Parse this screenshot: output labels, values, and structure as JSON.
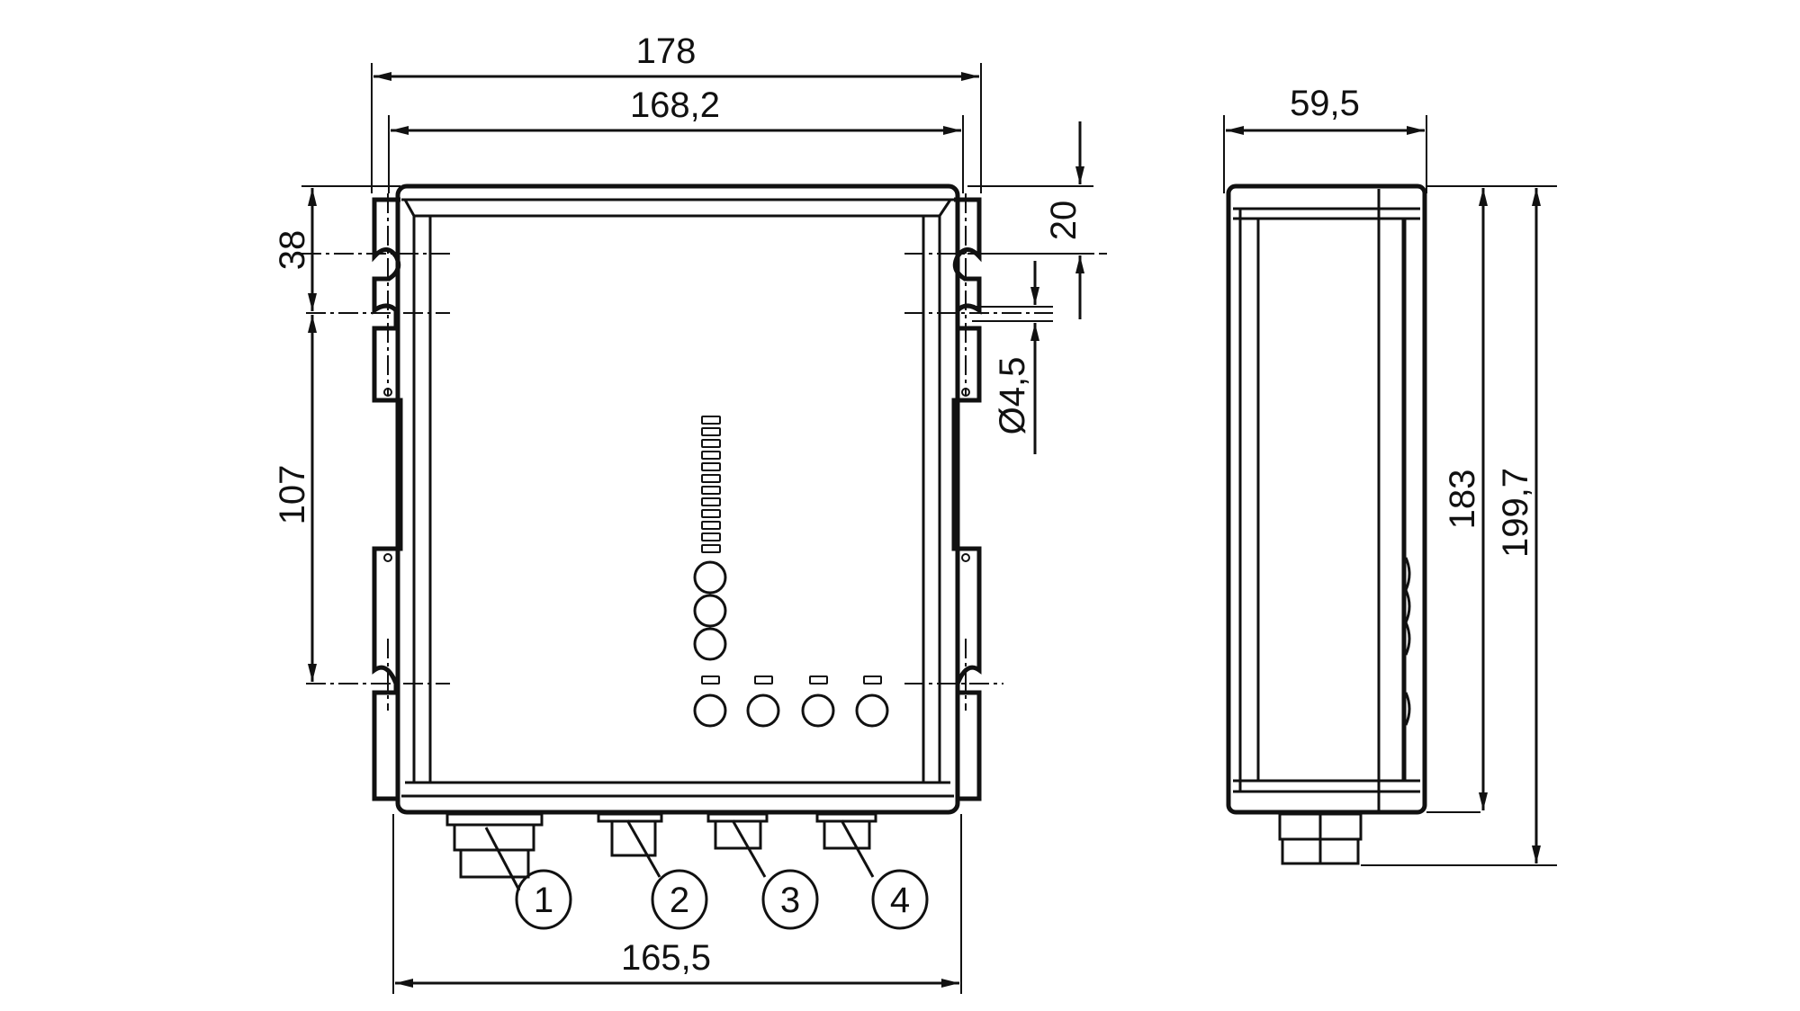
{
  "drawing": {
    "type": "dimensional drawing",
    "units": "mm",
    "front_view": {
      "dimensions": {
        "overall_width": "178",
        "body_width": "168,2",
        "bottom_width": "165,5",
        "top_to_first_hole": "38",
        "hole_spacing": "107",
        "top_offset": "20",
        "hole_diameter": "Ø4,5"
      },
      "led_bar_count": 12,
      "status_led_count": 3,
      "port_led_count": 4,
      "callouts": [
        {
          "label": "1"
        },
        {
          "label": "2"
        },
        {
          "label": "3"
        },
        {
          "label": "4"
        }
      ]
    },
    "side_view": {
      "dimensions": {
        "depth": "59,5",
        "body_height": "183",
        "overall_height": "199,7"
      }
    }
  }
}
